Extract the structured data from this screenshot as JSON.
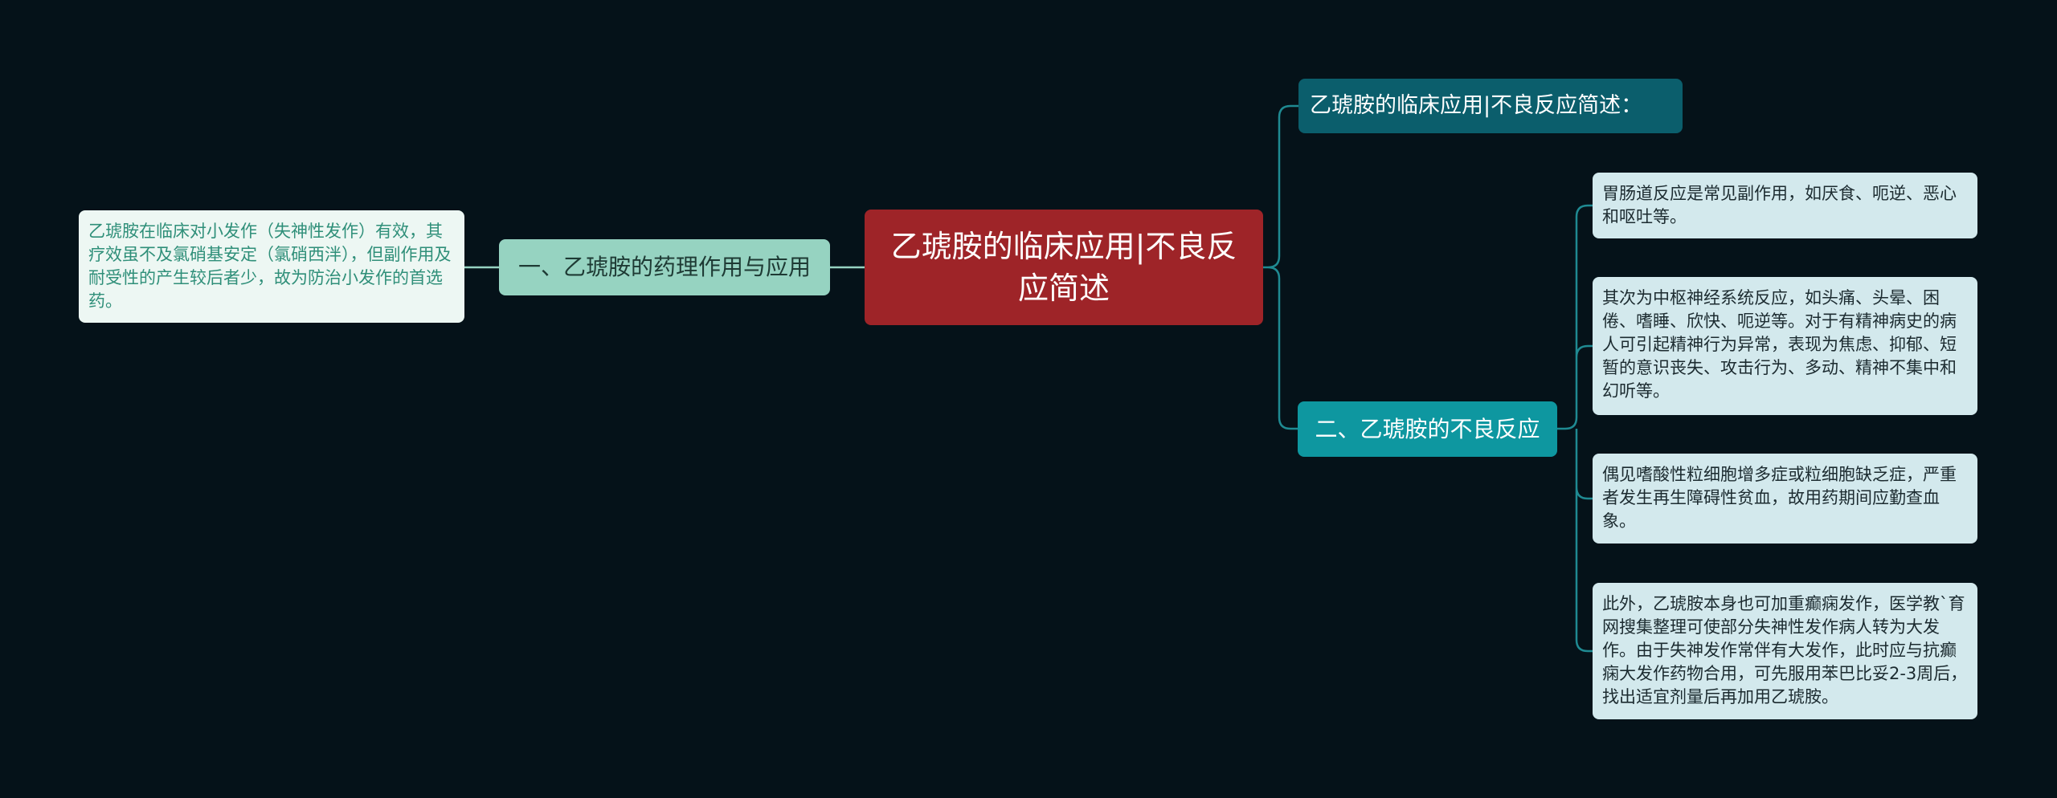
{
  "colors": {
    "background": "#051219",
    "root": "#9e2428",
    "branch_left": "#96d3c1",
    "leaf_left": "#edf7f3",
    "branch_right_1": "#0b5e6c",
    "branch_right_2": "#0e97a0",
    "leaf_right": "#d3e9ed",
    "connector": "#1f8a92"
  },
  "root": {
    "text": "乙琥胺的临床应用|不良反应简述"
  },
  "left": {
    "branch": "一、乙琥胺的药理作用与应用",
    "leaf": "乙琥胺在临床对小发作（失神性发作）有效，其疗效虽不及氯硝基安定（氯硝西泮），但副作用及耐受性的产生较后者少，故为防治小发作的首选药。"
  },
  "right": {
    "branch1": "乙琥胺的临床应用|不良反应简述：",
    "branch2": "二、乙琥胺的不良反应",
    "leaves": [
      "胃肠道反应是常见副作用，如厌食、呃逆、恶心和呕吐等。",
      "其次为中枢神经系统反应，如头痛、头晕、困倦、嗜睡、欣快、呃逆等。对于有精神病史的病人可引起精神行为异常，表现为焦虑、抑郁、短暂的意识丧失、攻击行为、多动、精神不集中和幻听等。",
      "偶见嗜酸性粒细胞增多症或粒细胞缺乏症，严重者发生再生障碍性贫血，故用药期间应勤查血象。",
      "此外，乙琥胺本身也可加重癫痫发作，医学教`育网搜集整理可使部分失神性发作病人转为大发作。由于失神发作常伴有大发作，此时应与抗癫痫大发作药物合用，可先服用苯巴比妥2-3周后，找出适宜剂量后再加用乙琥胺。"
    ]
  }
}
